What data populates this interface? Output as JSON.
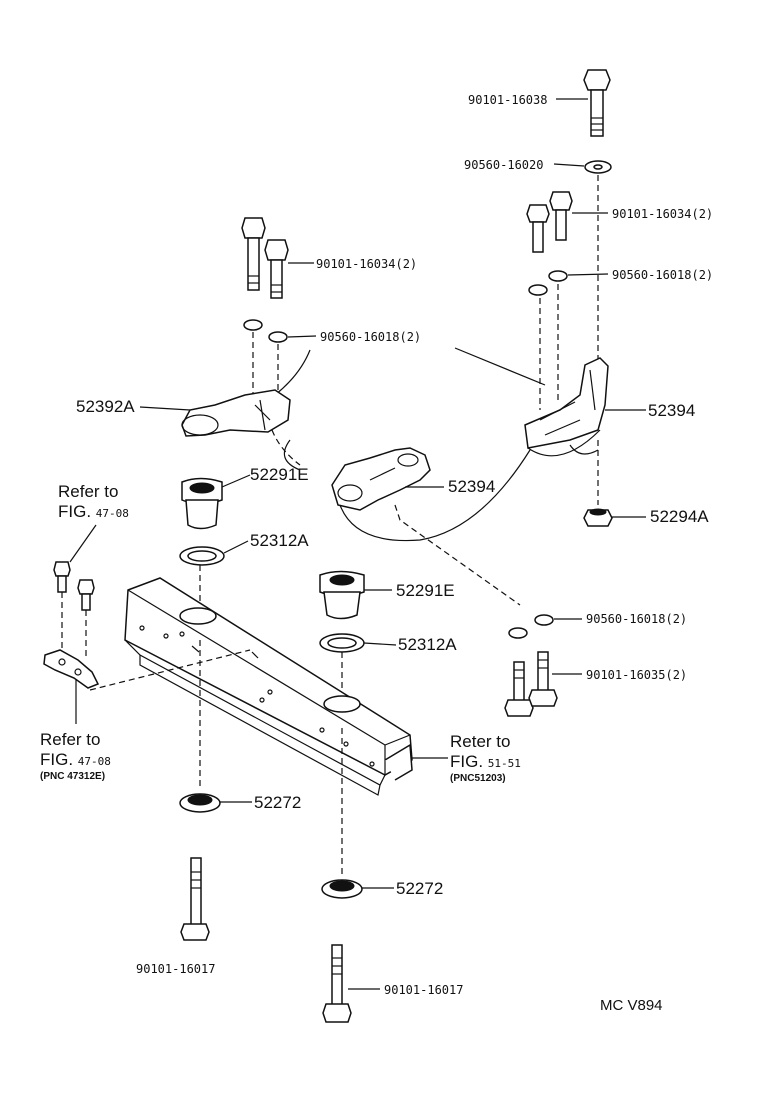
{
  "labels": {
    "p90101_16038": "90101-16038",
    "p90560_16020": "90560-16020",
    "p90101_16034_r": "90101-16034(2)",
    "p90101_16034_l": "90101-16034(2)",
    "p90560_16018_r": "90560-16018(2)",
    "p90560_16018_l": "90560-16018(2)",
    "p52392A": "52392A",
    "p52394_r": "52394",
    "p52394_c": "52394",
    "p52291E_1": "52291E",
    "p52291E_2": "52291E",
    "p52294A": "52294A",
    "p52312A_1": "52312A",
    "p52312A_2": "52312A",
    "p90560_16018_lo": "90560-16018(2)",
    "p90101_16035": "90101-16035(2)",
    "p52272_1": "52272",
    "p52272_2": "52272",
    "p90101_16017_1": "90101-16017",
    "p90101_16017_2": "90101-16017"
  },
  "refs": {
    "ref1": {
      "l1": "Refer to",
      "l2": "FIG.",
      "l2b": "47-08"
    },
    "ref2": {
      "l1": "Refer to",
      "l2": "FIG.",
      "l2b": "47-08",
      "l3": "(PNC 47312E)"
    },
    "ref3": {
      "l1": "Reter to",
      "l2": "FIG.",
      "l2b": "51-51",
      "l3": "(PNC51203)"
    }
  },
  "diagram_code": "MC V894"
}
